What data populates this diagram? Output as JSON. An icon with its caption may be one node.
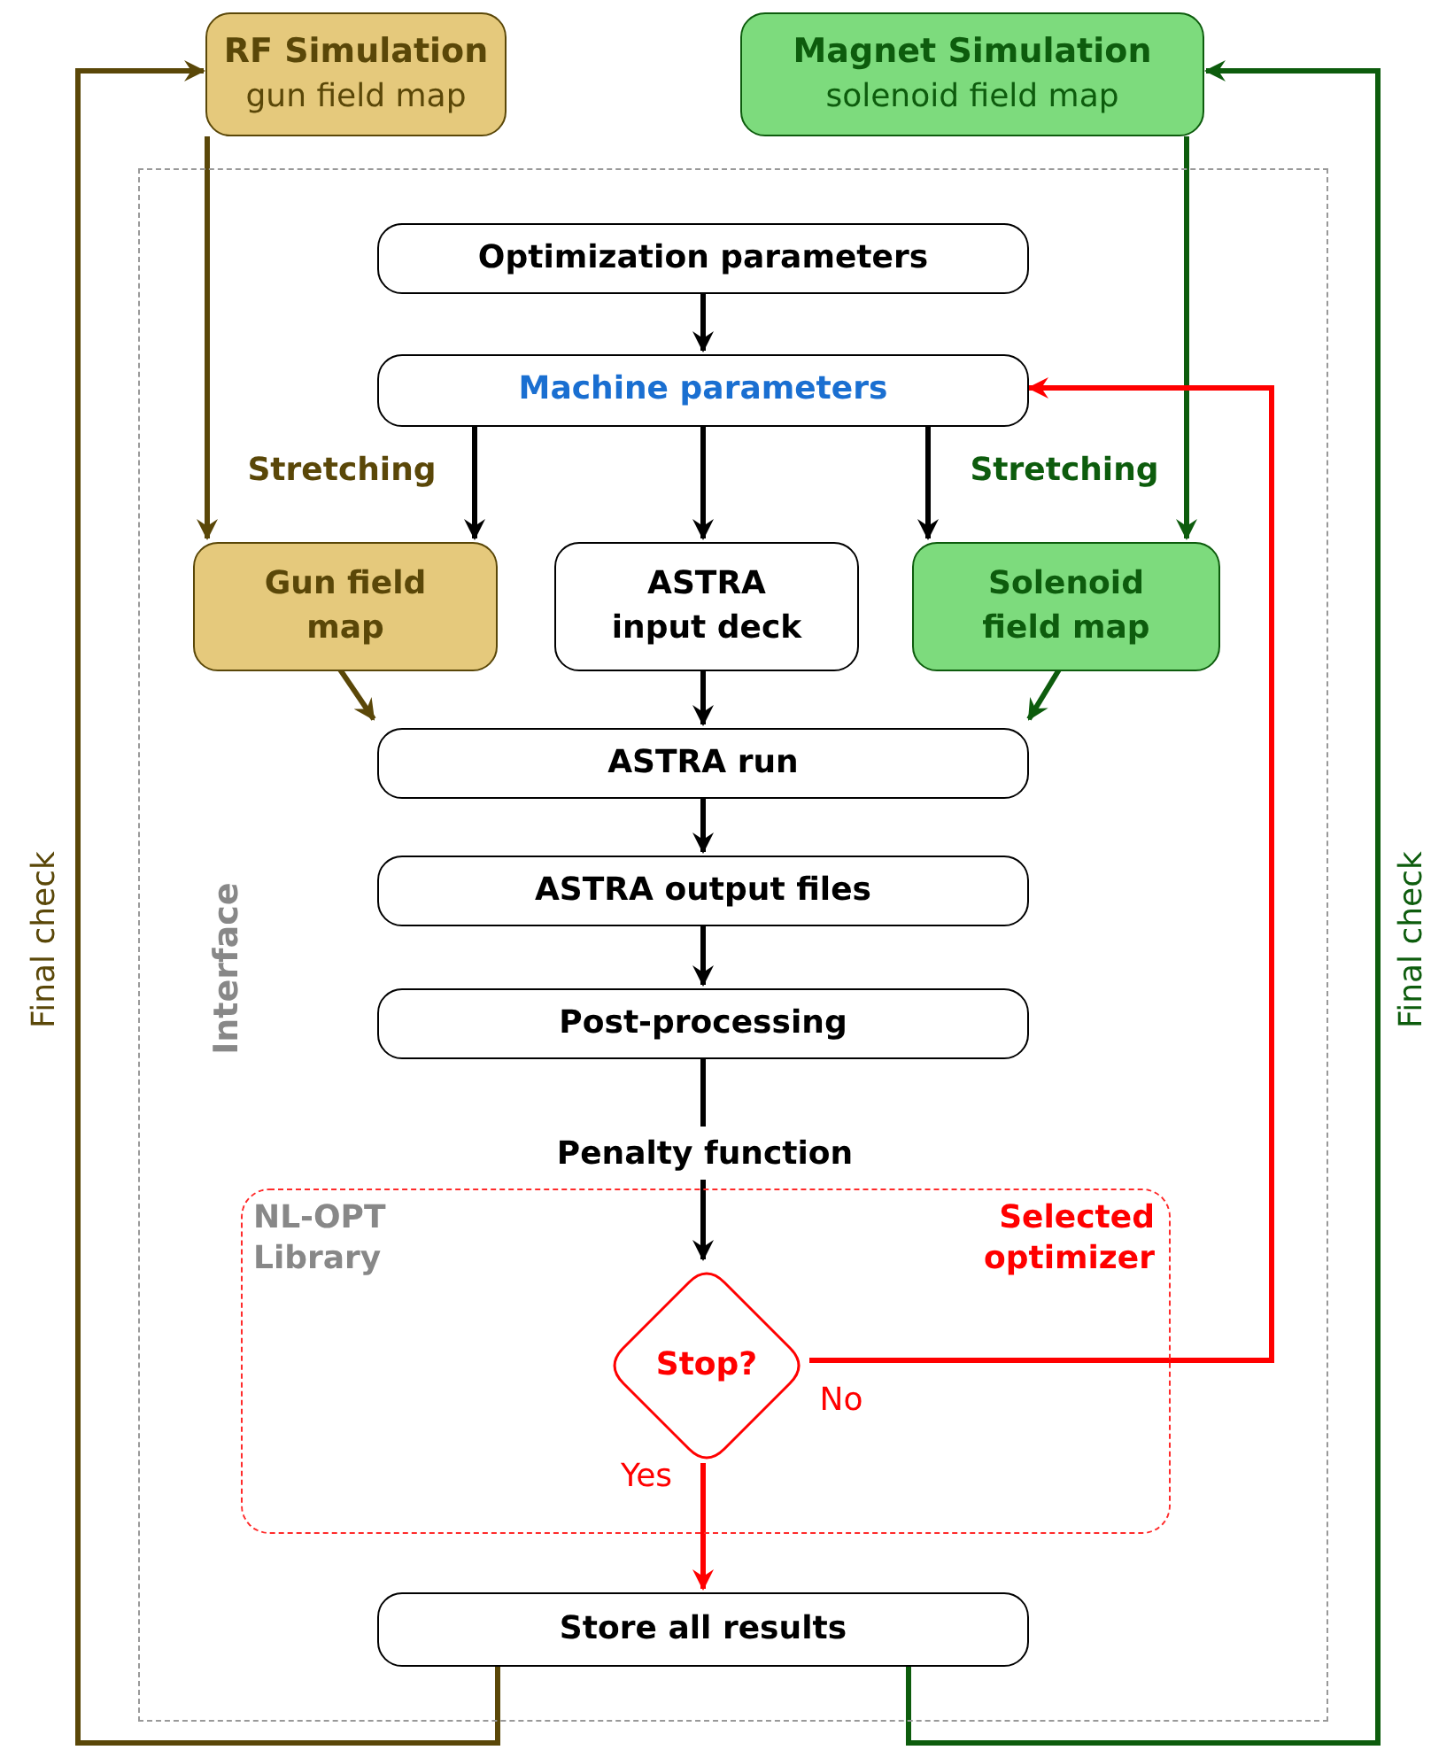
{
  "diagram": {
    "nodes": [
      {
        "text": [
          "RF Simulation",
          "gun field map"
        ]
      },
      {
        "text": [
          "Magnet Simulation",
          "solenoid field map"
        ]
      },
      {
        "text": [
          "Interface"
        ]
      },
      {
        "text": [
          "Optimization parameters"
        ],
        "in": 2
      },
      {
        "text": [
          "Machine parameters"
        ],
        "in": 2
      },
      {
        "text": [
          "Gun field map"
        ],
        "in": 2
      },
      {
        "text": [
          "ASTRA input deck"
        ],
        "in": 2
      },
      {
        "text": [
          "Solenoid field map"
        ],
        "in": 2
      },
      {
        "text": [
          "ASTRA run"
        ],
        "in": 2
      },
      {
        "text": [
          "ASTRA output files"
        ],
        "in": 2
      },
      {
        "text": [
          "Post-processing"
        ],
        "in": 2
      },
      {
        "text": [
          "Penalty function"
        ],
        "in": 2
      },
      {
        "text": [
          "NL-OPT Library",
          "Selected optimizer"
        ],
        "in": 2
      },
      {
        "text": [
          "Stop?"
        ],
        "in": 12
      },
      {
        "text": [
          "Store all results"
        ],
        "in": 2
      }
    ],
    "edges": [
      {
        "from": 0,
        "to": 5,
        "arrow": "to",
        "color": "#5a4708"
      },
      {
        "from": 1,
        "to": 7,
        "arrow": "to",
        "color": "#0d5c0d"
      },
      {
        "from": 3,
        "to": 4,
        "arrow": "to"
      },
      {
        "from": 4,
        "to": 5,
        "arrow": "to"
      },
      {
        "from": 4,
        "to": 6,
        "arrow": "to"
      },
      {
        "from": 4,
        "to": 7,
        "arrow": "to"
      },
      {
        "from": 5,
        "to": 8,
        "arrow": "to",
        "color": "#5a4708"
      },
      {
        "from": 6,
        "to": 8,
        "arrow": "to"
      },
      {
        "from": 7,
        "to": 8,
        "arrow": "to",
        "color": "#0d5c0d"
      },
      {
        "from": 8,
        "to": 9,
        "arrow": "to"
      },
      {
        "from": 9,
        "to": 10,
        "arrow": "to"
      },
      {
        "from": 10,
        "to": 11,
        "arrow": "none"
      },
      {
        "from": 11,
        "to": 13,
        "arrow": "to"
      },
      {
        "from": 13,
        "to": 4,
        "arrow": "to",
        "label": "No",
        "color": "#ff0000"
      },
      {
        "from": 13,
        "to": 14,
        "arrow": "to",
        "label": "Yes",
        "color": "#ff0000"
      },
      {
        "from": 14,
        "to": 0,
        "arrow": "to",
        "label": "Final check",
        "color": "#5a4708"
      },
      {
        "from": 14,
        "to": 1,
        "arrow": "to",
        "label": "Final check",
        "color": "#0d5c0d"
      }
    ],
    "labels": [
      "Stretching",
      "Stretching"
    ]
  }
}
